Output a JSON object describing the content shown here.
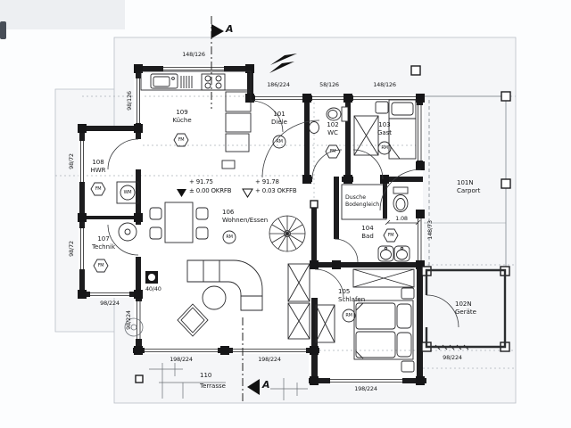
{
  "rooms": [
    {
      "id": "109",
      "name": "Küche",
      "badge": "FM"
    },
    {
      "id": "101",
      "name": "Diele",
      "badge": "RM"
    },
    {
      "id": "102",
      "name": "WC",
      "badge": "FM"
    },
    {
      "id": "103",
      "name": "Gast",
      "badge": "RM"
    },
    {
      "id": "108",
      "name": "HWR",
      "badge": "FM"
    },
    {
      "id": "107",
      "name": "Technik",
      "badge": "FM"
    },
    {
      "id": "106",
      "name": "Wohnen/Essen",
      "badge": "RM"
    },
    {
      "id": "104",
      "name": "Bad",
      "badge": "FM"
    },
    {
      "id": "105",
      "name": "Schlafen",
      "badge": "RM"
    },
    {
      "id": "101N",
      "name": "Carport"
    },
    {
      "id": "102N",
      "name": "Geräte"
    },
    {
      "id": "110",
      "name": "Terrasse"
    }
  ],
  "dims": {
    "kitchen_north": "148/126",
    "kitchen_west": "98/126",
    "diele_north": "186/224",
    "wc_north": "58/126",
    "gast_north": "148/126",
    "hwr_west": "98/72",
    "technik_west": "98/72",
    "annex_south": "98/224",
    "living_west": "98/224",
    "living_south_1": "198/224",
    "living_south_2": "198/224",
    "schlafen_south": "198/224",
    "geraete_south": "98/224",
    "bad_east": "148/73",
    "bath_width": "1.08",
    "post": "40/40"
  },
  "elevations": [
    {
      "value": "+ 91.75",
      "ref": "± 0.00 OKRFB"
    },
    {
      "value": "+ 91.78",
      "ref": "+ 0.03 OKFFB"
    }
  ],
  "section": {
    "label": "A"
  },
  "notes": {
    "shower_line1": "Dusche",
    "shower_line2": "Bodengleich",
    "washer": "WM"
  }
}
